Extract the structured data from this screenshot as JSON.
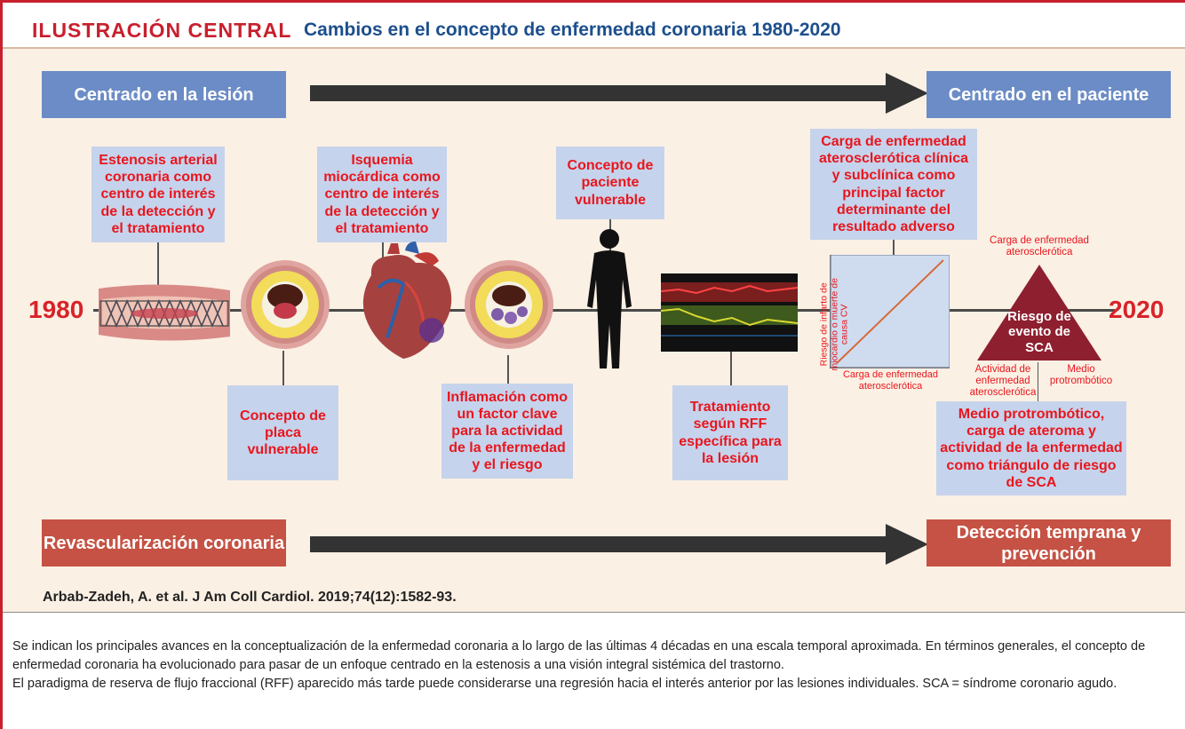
{
  "header": {
    "label": "ILUSTRACIÓN CENTRAL",
    "title": "Cambios en el concepto de enfermedad coronaria 1980-2020"
  },
  "top_row": {
    "left": "Centrado en la lesión",
    "right": "Centrado en el paciente"
  },
  "bottom_row": {
    "left": "Revascularización coronaria",
    "right": "Detección temprana y prevención"
  },
  "timeline": {
    "start_year": "1980",
    "end_year": "2020"
  },
  "callouts": {
    "stenosis": "Estenosis arterial coronaria como centro de interés de la detección y el tratamiento",
    "ischemia": "Isquemia miocárdica como centro de interés de la detección y el tratamiento",
    "vulnerable_patient": "Concepto de paciente vulnerable",
    "burden": "Carga de enfermedad aterosclerótica clínica y subclínica como principal factor determinante del resultado adverso",
    "vulnerable_plaque": "Concepto de placa vulnerable",
    "inflammation": "Inflamación como un factor clave para la actividad de la enfermedad y el riesgo",
    "ffr": "Tratamiento según RFF específica para la lesión",
    "triangle_concept": "Medio protrombótico, carga de ateroma y actividad de la enfermedad como triángulo de riesgo de SCA"
  },
  "mini_chart": {
    "ylabel": "Riesgo de infarto de miocardio o muerte de causa CV",
    "xlabel": "Carga de enfermedad aterosclerótica"
  },
  "triangle": {
    "center": "Riesgo de evento de SCA",
    "top": "Carga de enfermedad aterosclerótica",
    "left": "Actividad de enfermedad aterosclerótica",
    "right": "Medio protrombótico"
  },
  "reference": "Arbab-Zadeh, A. et al. J Am Coll Cardiol. 2019;74(12):1582-93.",
  "caption": {
    "p1": "Se indican los principales avances en la conceptualización de la enfermedad coronaria a lo largo de las últimas 4 décadas en una escala temporal aproximada. En términos generales, el concepto de enfermedad coronaria ha evolucionado para pasar de un enfoque centrado en la estenosis a una visión integral sistémica del trastorno.",
    "p2": "El paradigma de reserva de flujo fraccional (RFF) aparecido más tarde puede considerarse una regresión hacia el interés anterior por las lesiones individuales. SCA = síndrome coronario agudo."
  },
  "colors": {
    "accent_red": "#c8202e",
    "title_blue": "#1d4f8c",
    "pill_blue": "#6b8cc6",
    "pill_red": "#c55244",
    "callout_bg": "#c6d3ec",
    "callout_text": "#e8161d",
    "triangle": "#8e1f2f"
  }
}
